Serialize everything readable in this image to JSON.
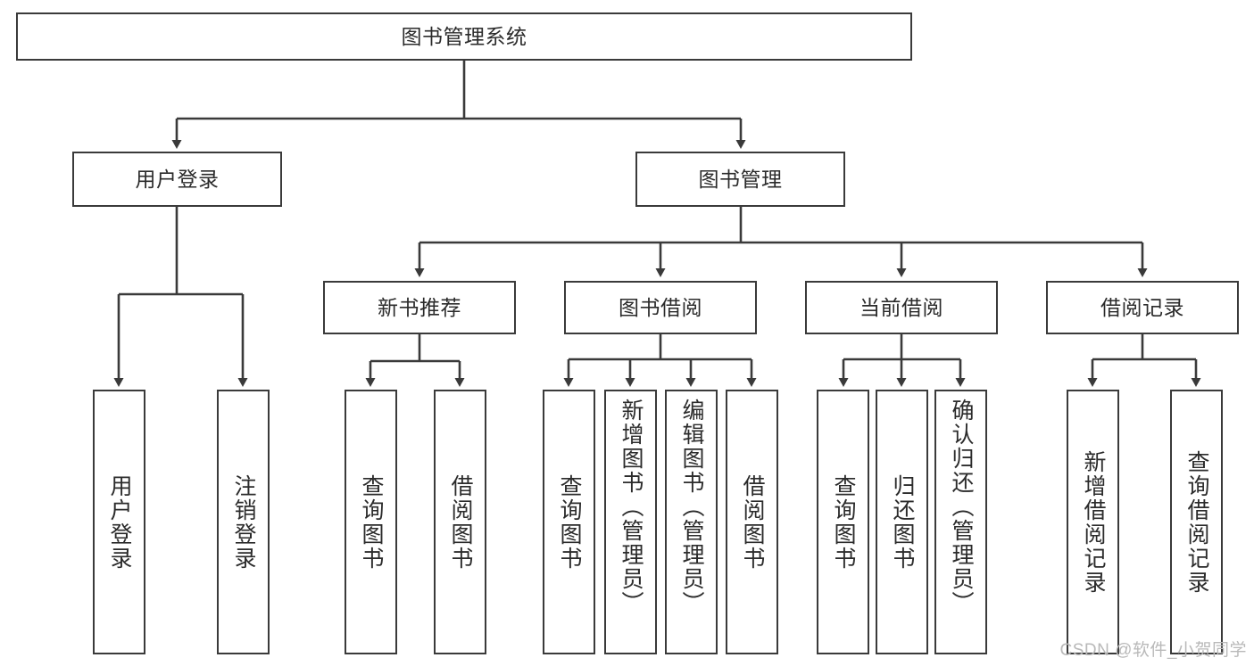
{
  "diagram": {
    "type": "tree-hierarchy",
    "title": "图书管理系统",
    "orientation": "top-down",
    "root": {
      "id": "root",
      "label": "图书管理系统",
      "text_orientation": "horizontal"
    },
    "level2": [
      {
        "id": "user-login",
        "label": "用户登录",
        "text_orientation": "horizontal"
      },
      {
        "id": "book-manage",
        "label": "图书管理",
        "text_orientation": "horizontal"
      }
    ],
    "level3": [
      {
        "id": "new-book-recommend",
        "label": "新书推荐",
        "parent": "book-manage",
        "text_orientation": "horizontal"
      },
      {
        "id": "book-borrow",
        "label": "图书借阅",
        "parent": "book-manage",
        "text_orientation": "horizontal"
      },
      {
        "id": "current-borrow",
        "label": "当前借阅",
        "parent": "book-manage",
        "text_orientation": "horizontal"
      },
      {
        "id": "borrow-record",
        "label": "借阅记录",
        "parent": "book-manage",
        "text_orientation": "horizontal"
      }
    ],
    "leaves": [
      {
        "id": "leaf-user-login",
        "label": "用户登录",
        "parent": "user-login",
        "text_orientation": "vertical"
      },
      {
        "id": "leaf-logout-login",
        "label": "注销登录",
        "parent": "user-login",
        "text_orientation": "vertical"
      },
      {
        "id": "leaf-query-book-1",
        "label": "查询图书",
        "parent": "new-book-recommend",
        "text_orientation": "vertical"
      },
      {
        "id": "leaf-borrow-book-1",
        "label": "借阅图书",
        "parent": "new-book-recommend",
        "text_orientation": "vertical"
      },
      {
        "id": "leaf-query-book-2",
        "label": "查询图书",
        "parent": "book-borrow",
        "text_orientation": "vertical"
      },
      {
        "id": "leaf-add-book",
        "label": "新增图书（管理员）",
        "parent": "book-borrow",
        "text_orientation": "vertical"
      },
      {
        "id": "leaf-edit-book",
        "label": "编辑图书（管理员）",
        "parent": "book-borrow",
        "text_orientation": "vertical"
      },
      {
        "id": "leaf-borrow-book-2",
        "label": "借阅图书",
        "parent": "book-borrow",
        "text_orientation": "vertical"
      },
      {
        "id": "leaf-query-book-3",
        "label": "查询图书",
        "parent": "current-borrow",
        "text_orientation": "vertical"
      },
      {
        "id": "leaf-return-book",
        "label": "归还图书",
        "parent": "current-borrow",
        "text_orientation": "vertical"
      },
      {
        "id": "leaf-confirm-return",
        "label": "确认归还（管理员）",
        "parent": "current-borrow",
        "text_orientation": "vertical"
      },
      {
        "id": "leaf-add-record",
        "label": "新增借阅记录",
        "parent": "borrow-record",
        "text_orientation": "vertical"
      },
      {
        "id": "leaf-query-record",
        "label": "查询借阅记录",
        "parent": "borrow-record",
        "text_orientation": "vertical"
      }
    ],
    "colors": {
      "box_border": "#3a3a3a",
      "box_fill": "#ffffff",
      "connector": "#3a3a3a",
      "text": "#2b2b2b",
      "background": "#ffffff",
      "watermark": "#b9b9b9"
    }
  },
  "watermark": {
    "text": "CSDN @软件_小贺同学"
  }
}
